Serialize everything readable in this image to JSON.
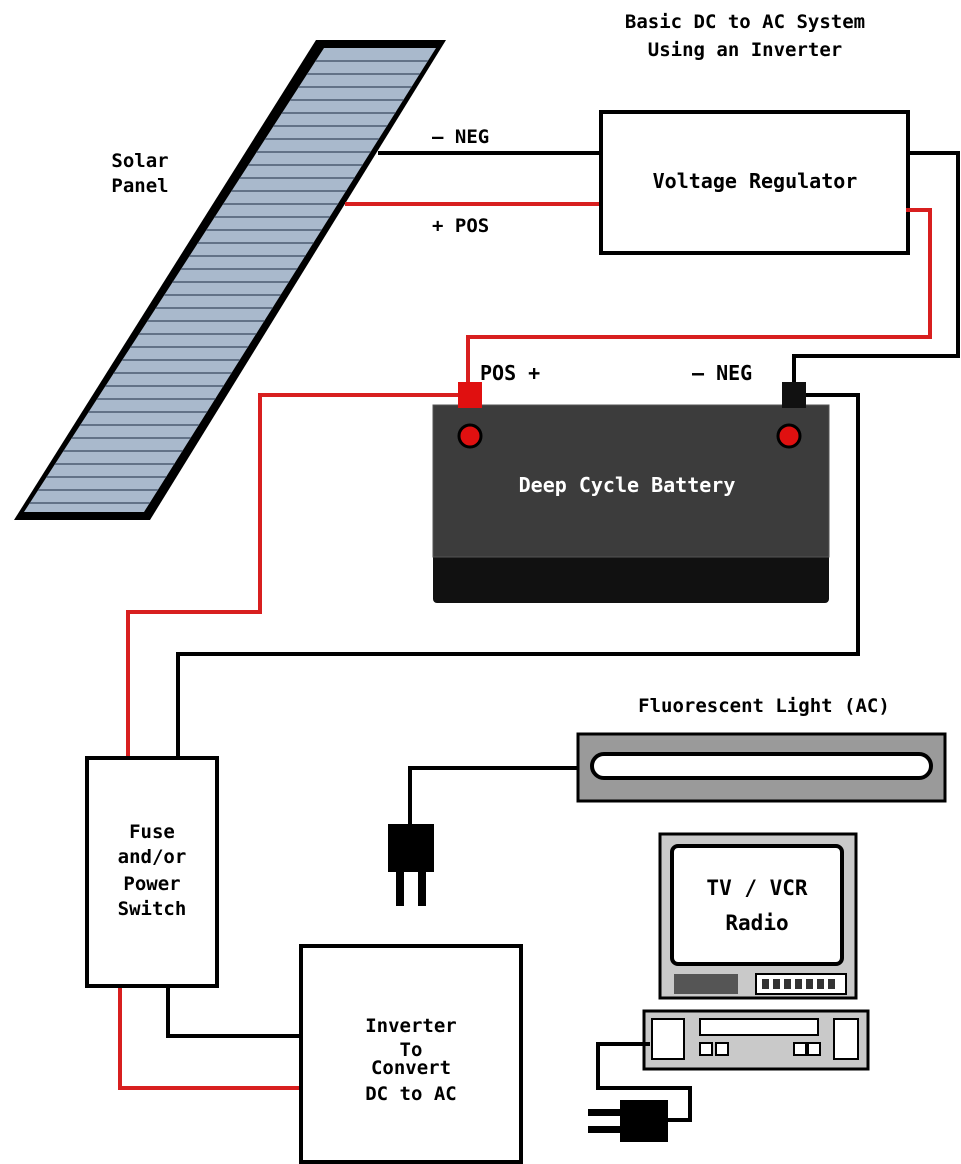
{
  "title": {
    "line1": "Basic DC to AC System",
    "line2": "Using an Inverter"
  },
  "solar_panel": {
    "line1": "Solar",
    "line2": "Panel"
  },
  "wires": {
    "neg_label": "– NEG",
    "pos_label": "+ POS"
  },
  "voltage_regulator": {
    "label": "Voltage Regulator"
  },
  "battery": {
    "label": "Deep Cycle Battery",
    "pos_terminal": "POS +",
    "neg_terminal": "– NEG"
  },
  "fuse": {
    "line1": "Fuse",
    "line2": "and/or",
    "line3": "Power",
    "line4": "Switch"
  },
  "inverter": {
    "line1": "Inverter",
    "line2": "To",
    "line3": "Convert",
    "line4": "DC to AC"
  },
  "light": {
    "label": "Fluorescent Light (AC)"
  },
  "tv": {
    "line1": "TV / VCR",
    "line2": "Radio"
  },
  "colors": {
    "positive_wire": "#d81f1f",
    "negative_wire": "#000000",
    "panel_fill": "#a9b9cc",
    "battery_body": "#3a3a3a",
    "battery_base": "#111111",
    "terminal": "#e01010"
  }
}
